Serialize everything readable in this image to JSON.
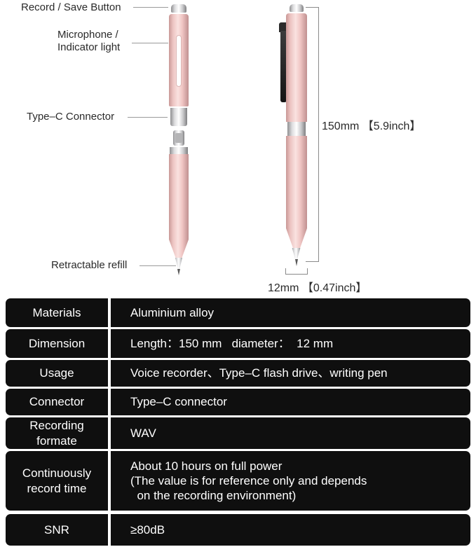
{
  "figure": {
    "annotations": [
      {
        "label": "Record / Save Button"
      },
      {
        "label": "Microphone /\nIndicator light"
      },
      {
        "label": "Type–C Connector"
      },
      {
        "label": "Retractable refill"
      }
    ],
    "dimensions": {
      "length": "150mm 【5.9inch】",
      "diameter": "12mm 【0.47inch】"
    }
  },
  "spec": {
    "rows": [
      {
        "label": "Materials",
        "value": "Aluminium alloy"
      },
      {
        "label": "Dimension",
        "value": "Length：150 mm   diameter：  12 mm"
      },
      {
        "label": "Usage",
        "value": "Voice recorder、Type–C flash drive、writing pen"
      },
      {
        "label": "Connector",
        "value": "Type–C connector"
      },
      {
        "label": "Recording\nformate",
        "value": "WAV"
      },
      {
        "label": "Continuously\nrecord time",
        "value": "About 10 hours on full power\n(The value is for reference only and depends\n  on the recording environment)"
      },
      {
        "label": "SNR",
        "value": "≥80dB"
      }
    ]
  },
  "colors": {
    "pen_pink": "#f0c6c4",
    "chrome_silver": "#d9d9db",
    "table_bg": "#0f0f0f",
    "table_text": "#ffffff",
    "annotation_text": "#2a2a2a"
  }
}
